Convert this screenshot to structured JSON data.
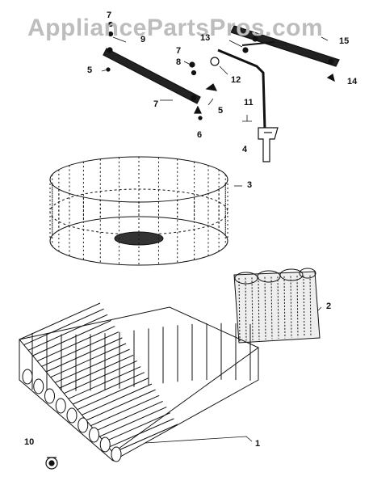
{
  "watermark": "AppliancePartsPros.com",
  "callouts": [
    "1",
    "2",
    "3",
    "4",
    "5",
    "5",
    "6",
    "7",
    "7",
    "7",
    "8",
    "9",
    "10",
    "11",
    "12",
    "13",
    "14",
    "15"
  ],
  "colors": {
    "ink": "#111111",
    "watermark": "#bdbdbd",
    "background": "#ffffff"
  }
}
